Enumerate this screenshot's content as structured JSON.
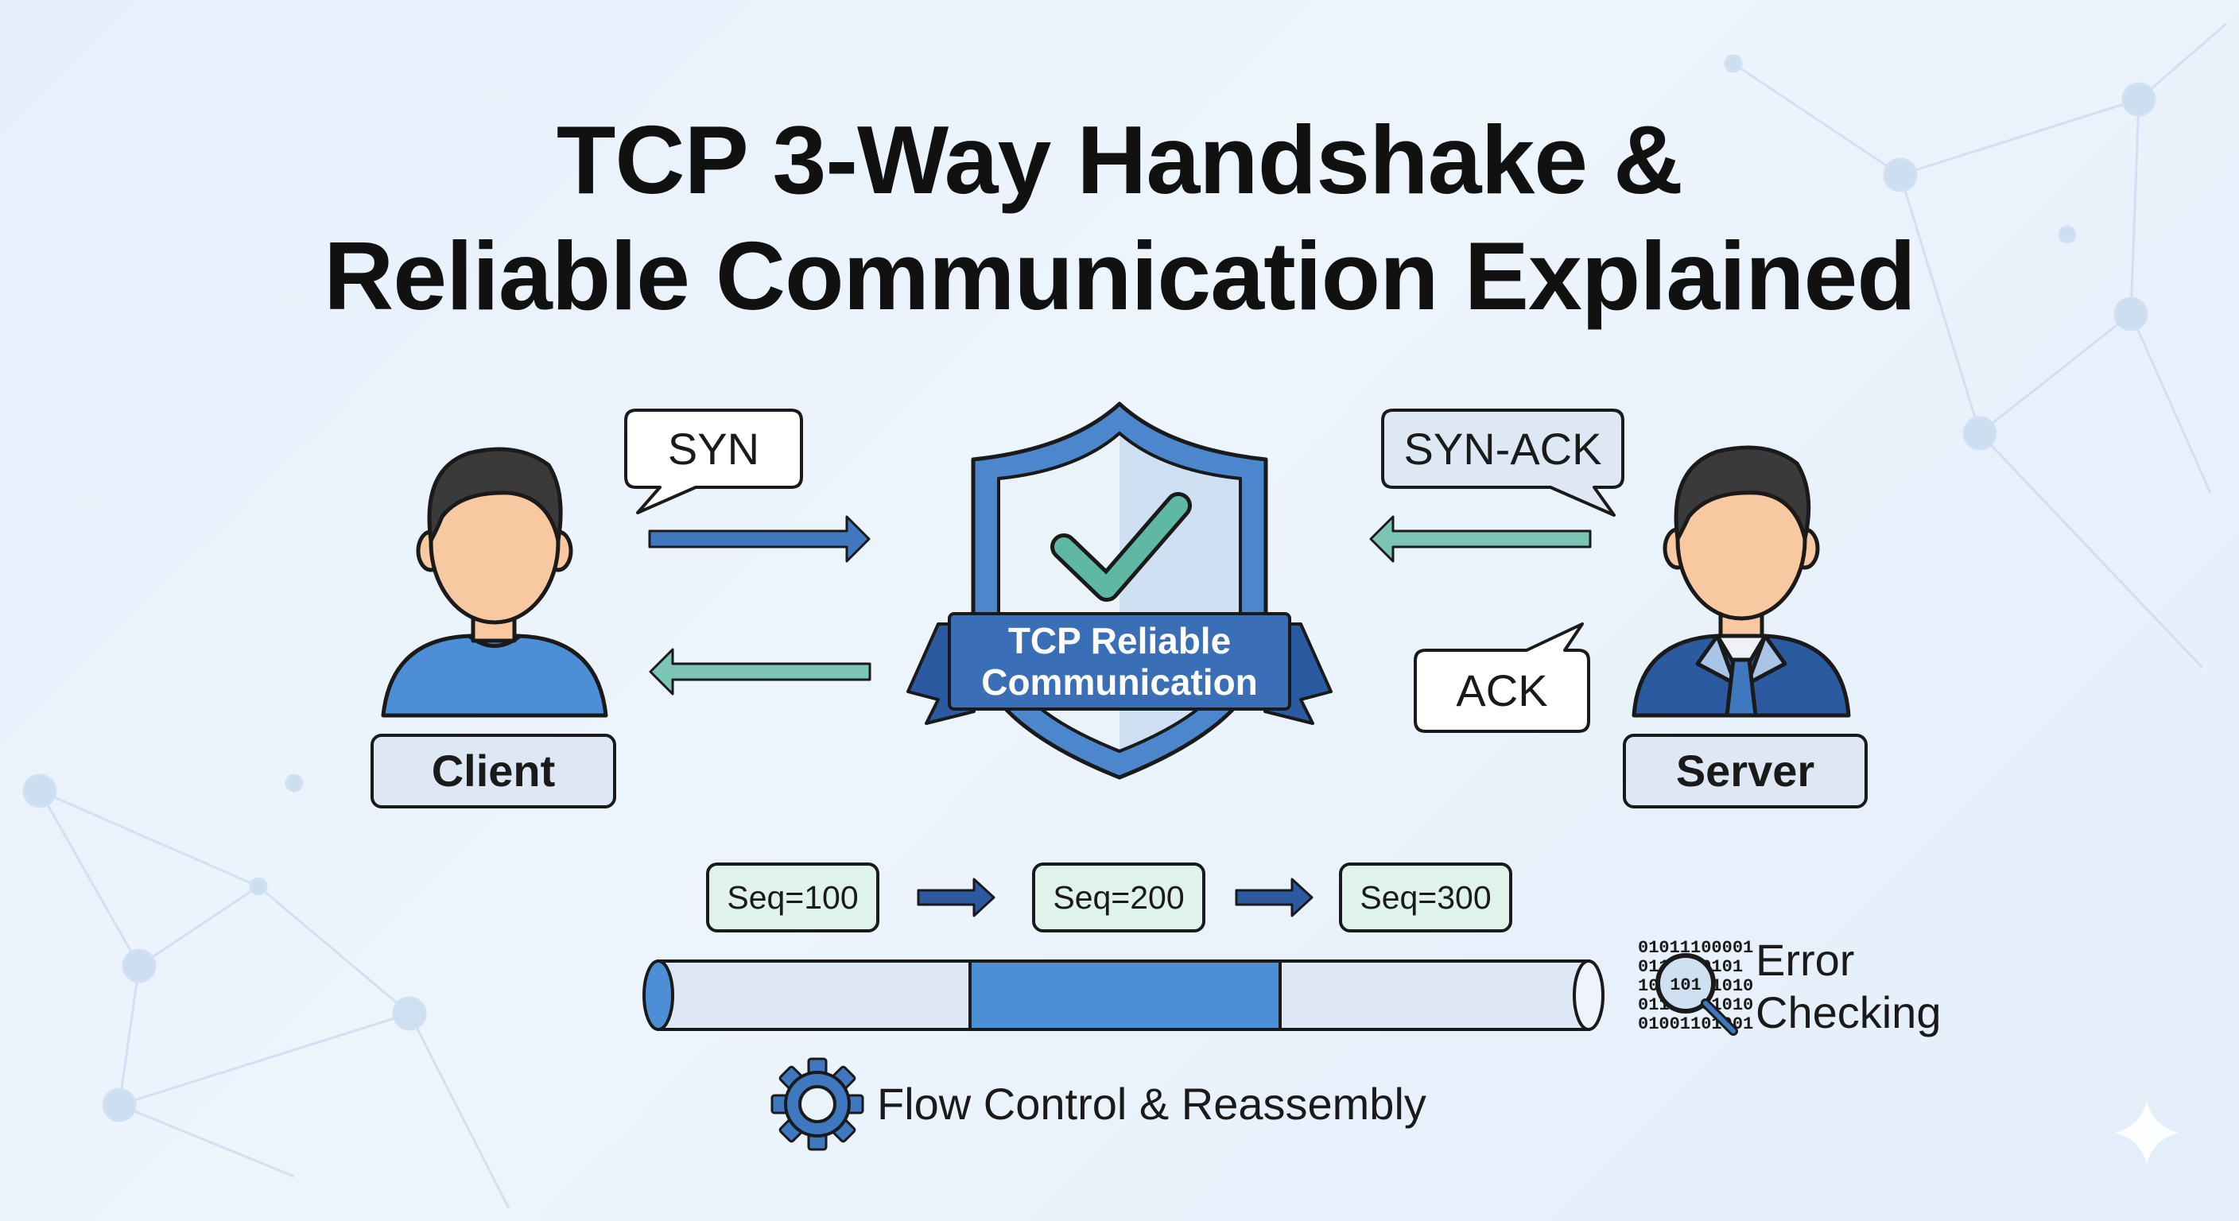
{
  "title": {
    "line1": "TCP 3-Way Handshake &",
    "line2": "Reliable Communication Explained"
  },
  "handshake": {
    "syn_label": "SYN",
    "syn_ack_label": "SYN-ACK",
    "ack_label": "ACK"
  },
  "endpoints": {
    "client_label": "Client",
    "server_label": "Server"
  },
  "badge": {
    "line1": "TCP Reliable",
    "line2": "Communication",
    "icon": "shield-check-icon"
  },
  "sequence": {
    "segments": [
      "Seq=100",
      "Seq=200",
      "Seq=300"
    ]
  },
  "features": {
    "error_checking_line1": "Error",
    "error_checking_line2": "Checking",
    "error_icon": "binary-magnifier-icon",
    "flow_control": "Flow Control & Reassembly",
    "flow_icon": "gear-icon"
  },
  "colors": {
    "primary_blue": "#3f78bf",
    "dark_blue": "#2c5aa0",
    "teal": "#5fb8a4",
    "light_fill": "#dde8f4",
    "seq_fill": "#dff3ec",
    "skin": "#f8c8a0",
    "hair": "#3a3a3a"
  }
}
